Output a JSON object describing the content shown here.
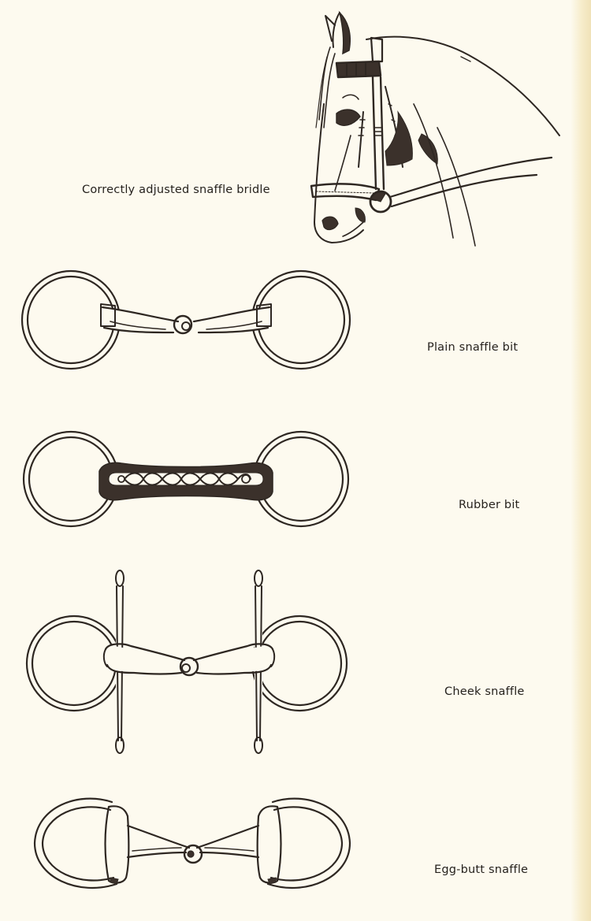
{
  "page": {
    "background": "#fdfaef",
    "ink_color": "#2e2722",
    "gutter_color": "#f0e2b8"
  },
  "figures": [
    {
      "id": "bridle",
      "caption": "Correctly adjusted snaffle bridle",
      "illustration": "horse-head-with-snaffle-bridle"
    },
    {
      "id": "plain",
      "caption": "Plain snaffle bit",
      "illustration": "loose-ring-jointed-snaffle"
    },
    {
      "id": "rubber",
      "caption": "Rubber bit",
      "illustration": "rubber-covered-snaffle-with-twisted-chain"
    },
    {
      "id": "cheek",
      "caption": "Cheek snaffle",
      "illustration": "full-cheek-jointed-snaffle"
    },
    {
      "id": "eggbutt",
      "caption": "Egg-butt snaffle",
      "illustration": "egg-butt-jointed-snaffle"
    }
  ]
}
